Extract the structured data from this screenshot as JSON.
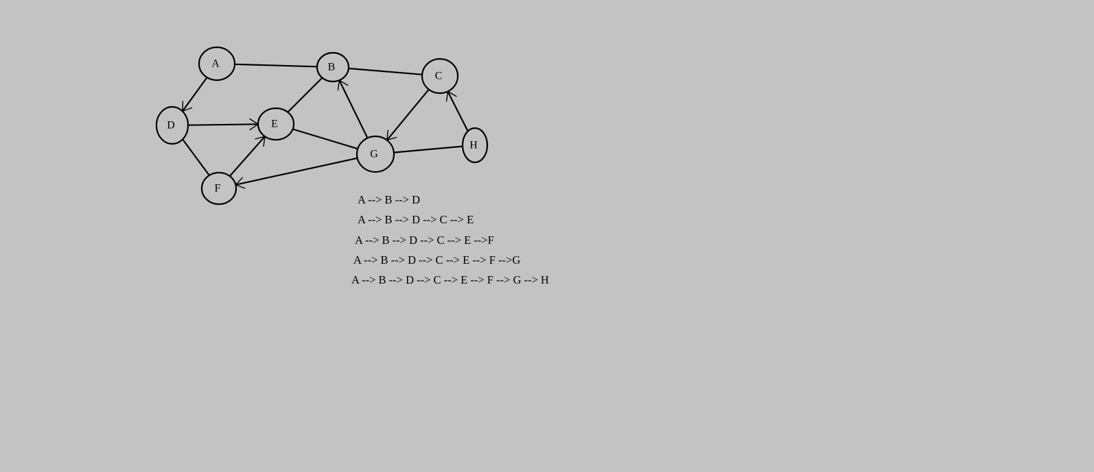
{
  "graph": {
    "nodes": [
      {
        "id": "A",
        "label": "A"
      },
      {
        "id": "B",
        "label": "B"
      },
      {
        "id": "C",
        "label": "C"
      },
      {
        "id": "D",
        "label": "D"
      },
      {
        "id": "E",
        "label": "E"
      },
      {
        "id": "F",
        "label": "F"
      },
      {
        "id": "G",
        "label": "G"
      },
      {
        "id": "H",
        "label": "H"
      }
    ],
    "edges": [
      {
        "from": "A",
        "to": "B",
        "directed": false
      },
      {
        "from": "A",
        "to": "D",
        "directed": true
      },
      {
        "from": "B",
        "to": "C",
        "directed": false
      },
      {
        "from": "B",
        "to": "E",
        "directed": false
      },
      {
        "from": "D",
        "to": "E",
        "directed": true
      },
      {
        "from": "D",
        "to": "F",
        "directed": false
      },
      {
        "from": "F",
        "to": "E",
        "directed": true
      },
      {
        "from": "E",
        "to": "G",
        "directed": false
      },
      {
        "from": "G",
        "to": "B",
        "directed": true
      },
      {
        "from": "C",
        "to": "G",
        "directed": true
      },
      {
        "from": "G",
        "to": "F",
        "directed": true
      },
      {
        "from": "G",
        "to": "H",
        "directed": false
      },
      {
        "from": "H",
        "to": "C",
        "directed": true
      }
    ]
  },
  "traversal": {
    "lines": [
      "A --> B --> D",
      "A --> B --> D --> C --> E",
      "A --> B --> D --> C --> E -->F",
      "A --> B --> D --> C --> E --> F -->G",
      "A --> B --> D --> C --> E --> F --> G --> H"
    ]
  }
}
